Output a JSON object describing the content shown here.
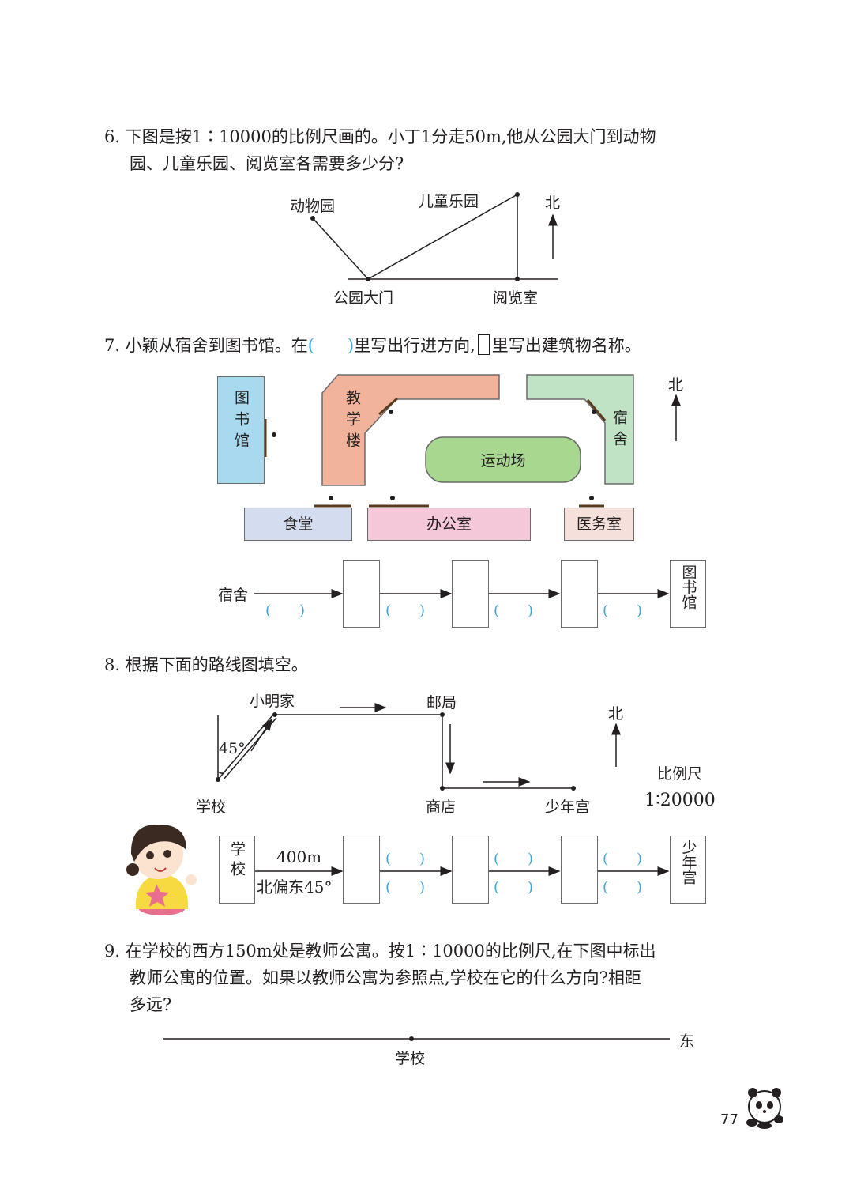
{
  "q6": {
    "line1": "6. 下图是按1∶10000的比例尺画的。小丁1分走50m,他从公园大门到动物",
    "line2": "园、儿童乐园、阅览室各需要多少分?",
    "labels": {
      "zoo": "动物园",
      "playground": "儿童乐园",
      "gate": "公园大门",
      "reading": "阅览室",
      "north": "北"
    }
  },
  "q7": {
    "prefix": "7. 小颖从宿舍到图书馆。在",
    "paren": "(　　)",
    "mid": "里写出行进方向,",
    "suffix": "里写出建筑物名称。",
    "buildings": {
      "library": "图书馆",
      "teaching": "教学楼",
      "dorm": "宿舍",
      "sports": "运动场",
      "canteen": "食堂",
      "office": "办公室",
      "clinic": "医务室"
    },
    "north": "北",
    "route_start": "宿舍",
    "route_end": "图书馆",
    "paren_blank": "(　　)"
  },
  "q8": {
    "title": "8. 根据下面的路线图填空。",
    "labels": {
      "home": "小明家",
      "post": "邮局",
      "school": "学校",
      "shop": "商店",
      "youth": "少年宫",
      "angle": "45°",
      "north": "北",
      "scale_title": "比例尺",
      "scale": "1∶20000"
    },
    "route": {
      "start": "学校",
      "distance": "400m",
      "direction": "北偏东45°",
      "end": "少年宫",
      "paren_blank": "(　　)"
    }
  },
  "q9": {
    "line1": "9. 在学校的西方150m处是教师公寓。按1∶10000的比例尺,在下图中标出",
    "line2": "教师公寓的位置。如果以教师公寓为参照点,学校在它的什么方向?相距",
    "line3": "多远?",
    "school": "学校",
    "east": "东"
  },
  "page_number": "77",
  "colors": {
    "library": "#a9d9ef",
    "teaching": "#f2b39c",
    "dorm": "#bfe3c4",
    "sports": "#a8d88f",
    "canteen": "#d4dcef",
    "office": "#f4c8d9",
    "clinic": "#f6e0dc",
    "blue": "#3aa6d9"
  }
}
